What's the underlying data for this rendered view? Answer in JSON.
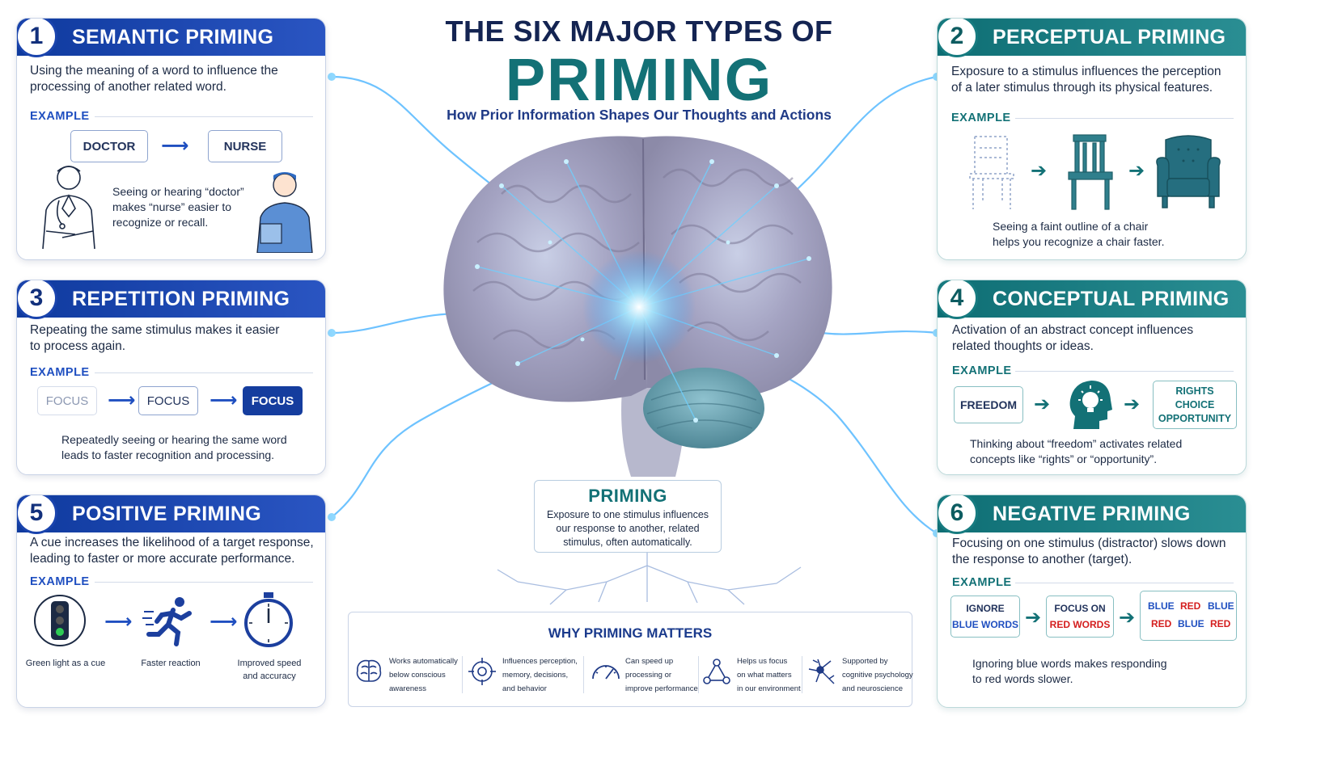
{
  "header": {
    "title_line1": "THE SIX MAJOR TYPES OF",
    "title_line2": "PRIMING",
    "subtitle": "How Prior Information Shapes Our Thoughts and Actions"
  },
  "colors": {
    "blue_header": "#1a44ad",
    "teal_header": "#177b80",
    "red_word": "#d41e1e",
    "blue_word": "#1f4fc0"
  },
  "cards": {
    "semantic": {
      "number": "1",
      "title": "SEMANTIC PRIMING",
      "desc_line1": "Using the meaning of a word to influence the",
      "desc_line2": "processing of another related word.",
      "example_label": "EXAMPLE",
      "word1": "DOCTOR",
      "word2": "NURSE",
      "cap_line1": "Seeing or hearing “doctor”",
      "cap_line2": "makes “nurse” easier to",
      "cap_line3": "recognize or recall.",
      "icons": [
        "doctor-illustration",
        "nurse-illustration"
      ]
    },
    "perceptual": {
      "number": "2",
      "title": "PERCEPTUAL PRIMING",
      "desc_line1": "Exposure to a stimulus influences the perception",
      "desc_line2": "of a later stimulus through its physical features.",
      "example_label": "EXAMPLE",
      "cap_line1": "Seeing a faint outline of a chair",
      "cap_line2": "helps you recognize a chair faster.",
      "icons": [
        "chair-outline-icon",
        "chair-icon",
        "armchair-icon"
      ]
    },
    "repetition": {
      "number": "3",
      "title": "REPETITION PRIMING",
      "desc_line1": "Repeating the same stimulus makes it easier",
      "desc_line2": "to process again.",
      "example_label": "EXAMPLE",
      "word1": "FOCUS",
      "word2": "FOCUS",
      "word3": "FOCUS",
      "cap_line1": "Repeatedly seeing or hearing the same word",
      "cap_line2": "leads to faster recognition and processing."
    },
    "conceptual": {
      "number": "4",
      "title": "CONCEPTUAL PRIMING",
      "desc_line1": "Activation of an abstract concept influences",
      "desc_line2": "related thoughts or ideas.",
      "example_label": "EXAMPLE",
      "word1": "FREEDOM",
      "related1": "RIGHTS",
      "related2": "CHOICE",
      "related3": "OPPORTUNITY",
      "cap_line1": "Thinking about “freedom” activates related",
      "cap_line2": "concepts like “rights” or “opportunity”.",
      "icons": [
        "head-lightbulb-icon"
      ]
    },
    "positive": {
      "number": "5",
      "title": "POSITIVE PRIMING",
      "desc_line1": "A cue increases the likelihood of a target response,",
      "desc_line2": "leading to faster or more accurate performance.",
      "example_label": "EXAMPLE",
      "item1": "Green light as a cue",
      "item2": "Faster reaction",
      "item3_line1": "Improved speed",
      "item3_line2": "and accuracy",
      "icons": [
        "traffic-light-icon",
        "running-person-icon",
        "stopwatch-icon"
      ]
    },
    "negative": {
      "number": "6",
      "title": "NEGATIVE PRIMING",
      "desc_line1": "Focusing on one stimulus (distractor) slows down",
      "desc_line2": "the response to another (target).",
      "example_label": "EXAMPLE",
      "box1_line1": "IGNORE",
      "box1_line2": "BLUE WORDS",
      "box2_line1": "FOCUS ON",
      "box2_line2": "RED WORDS",
      "stroop_row1": [
        "BLUE",
        "RED",
        "BLUE"
      ],
      "stroop_row2": [
        "RED",
        "BLUE",
        "RED"
      ],
      "cap_line1": "Ignoring blue words makes responding",
      "cap_line2": "to red words slower."
    }
  },
  "center": {
    "title": "PRIMING",
    "line1": "Exposure to one stimulus influences",
    "line2": "our response to another, related",
    "line3": "stimulus, often automatically.",
    "icons": [
      "brain-illustration",
      "neuron-roots-illustration"
    ]
  },
  "why": {
    "title": "WHY PRIMING MATTERS",
    "items": [
      {
        "icon": "brain-icon",
        "l1": "Works automatically",
        "l2": "below conscious",
        "l3": "awareness"
      },
      {
        "icon": "target-icon",
        "l1": "Influences perception,",
        "l2": "memory, decisions,",
        "l3": "and behavior"
      },
      {
        "icon": "speedometer-icon",
        "l1": "Can speed up",
        "l2": "processing or",
        "l3": "improve performance"
      },
      {
        "icon": "network-icon",
        "l1": "Helps us focus",
        "l2": "on what matters",
        "l3": "in our environment"
      },
      {
        "icon": "neuron-icon",
        "l1": "Supported by",
        "l2": "cognitive psychology",
        "l3": "and neuroscience"
      }
    ]
  }
}
